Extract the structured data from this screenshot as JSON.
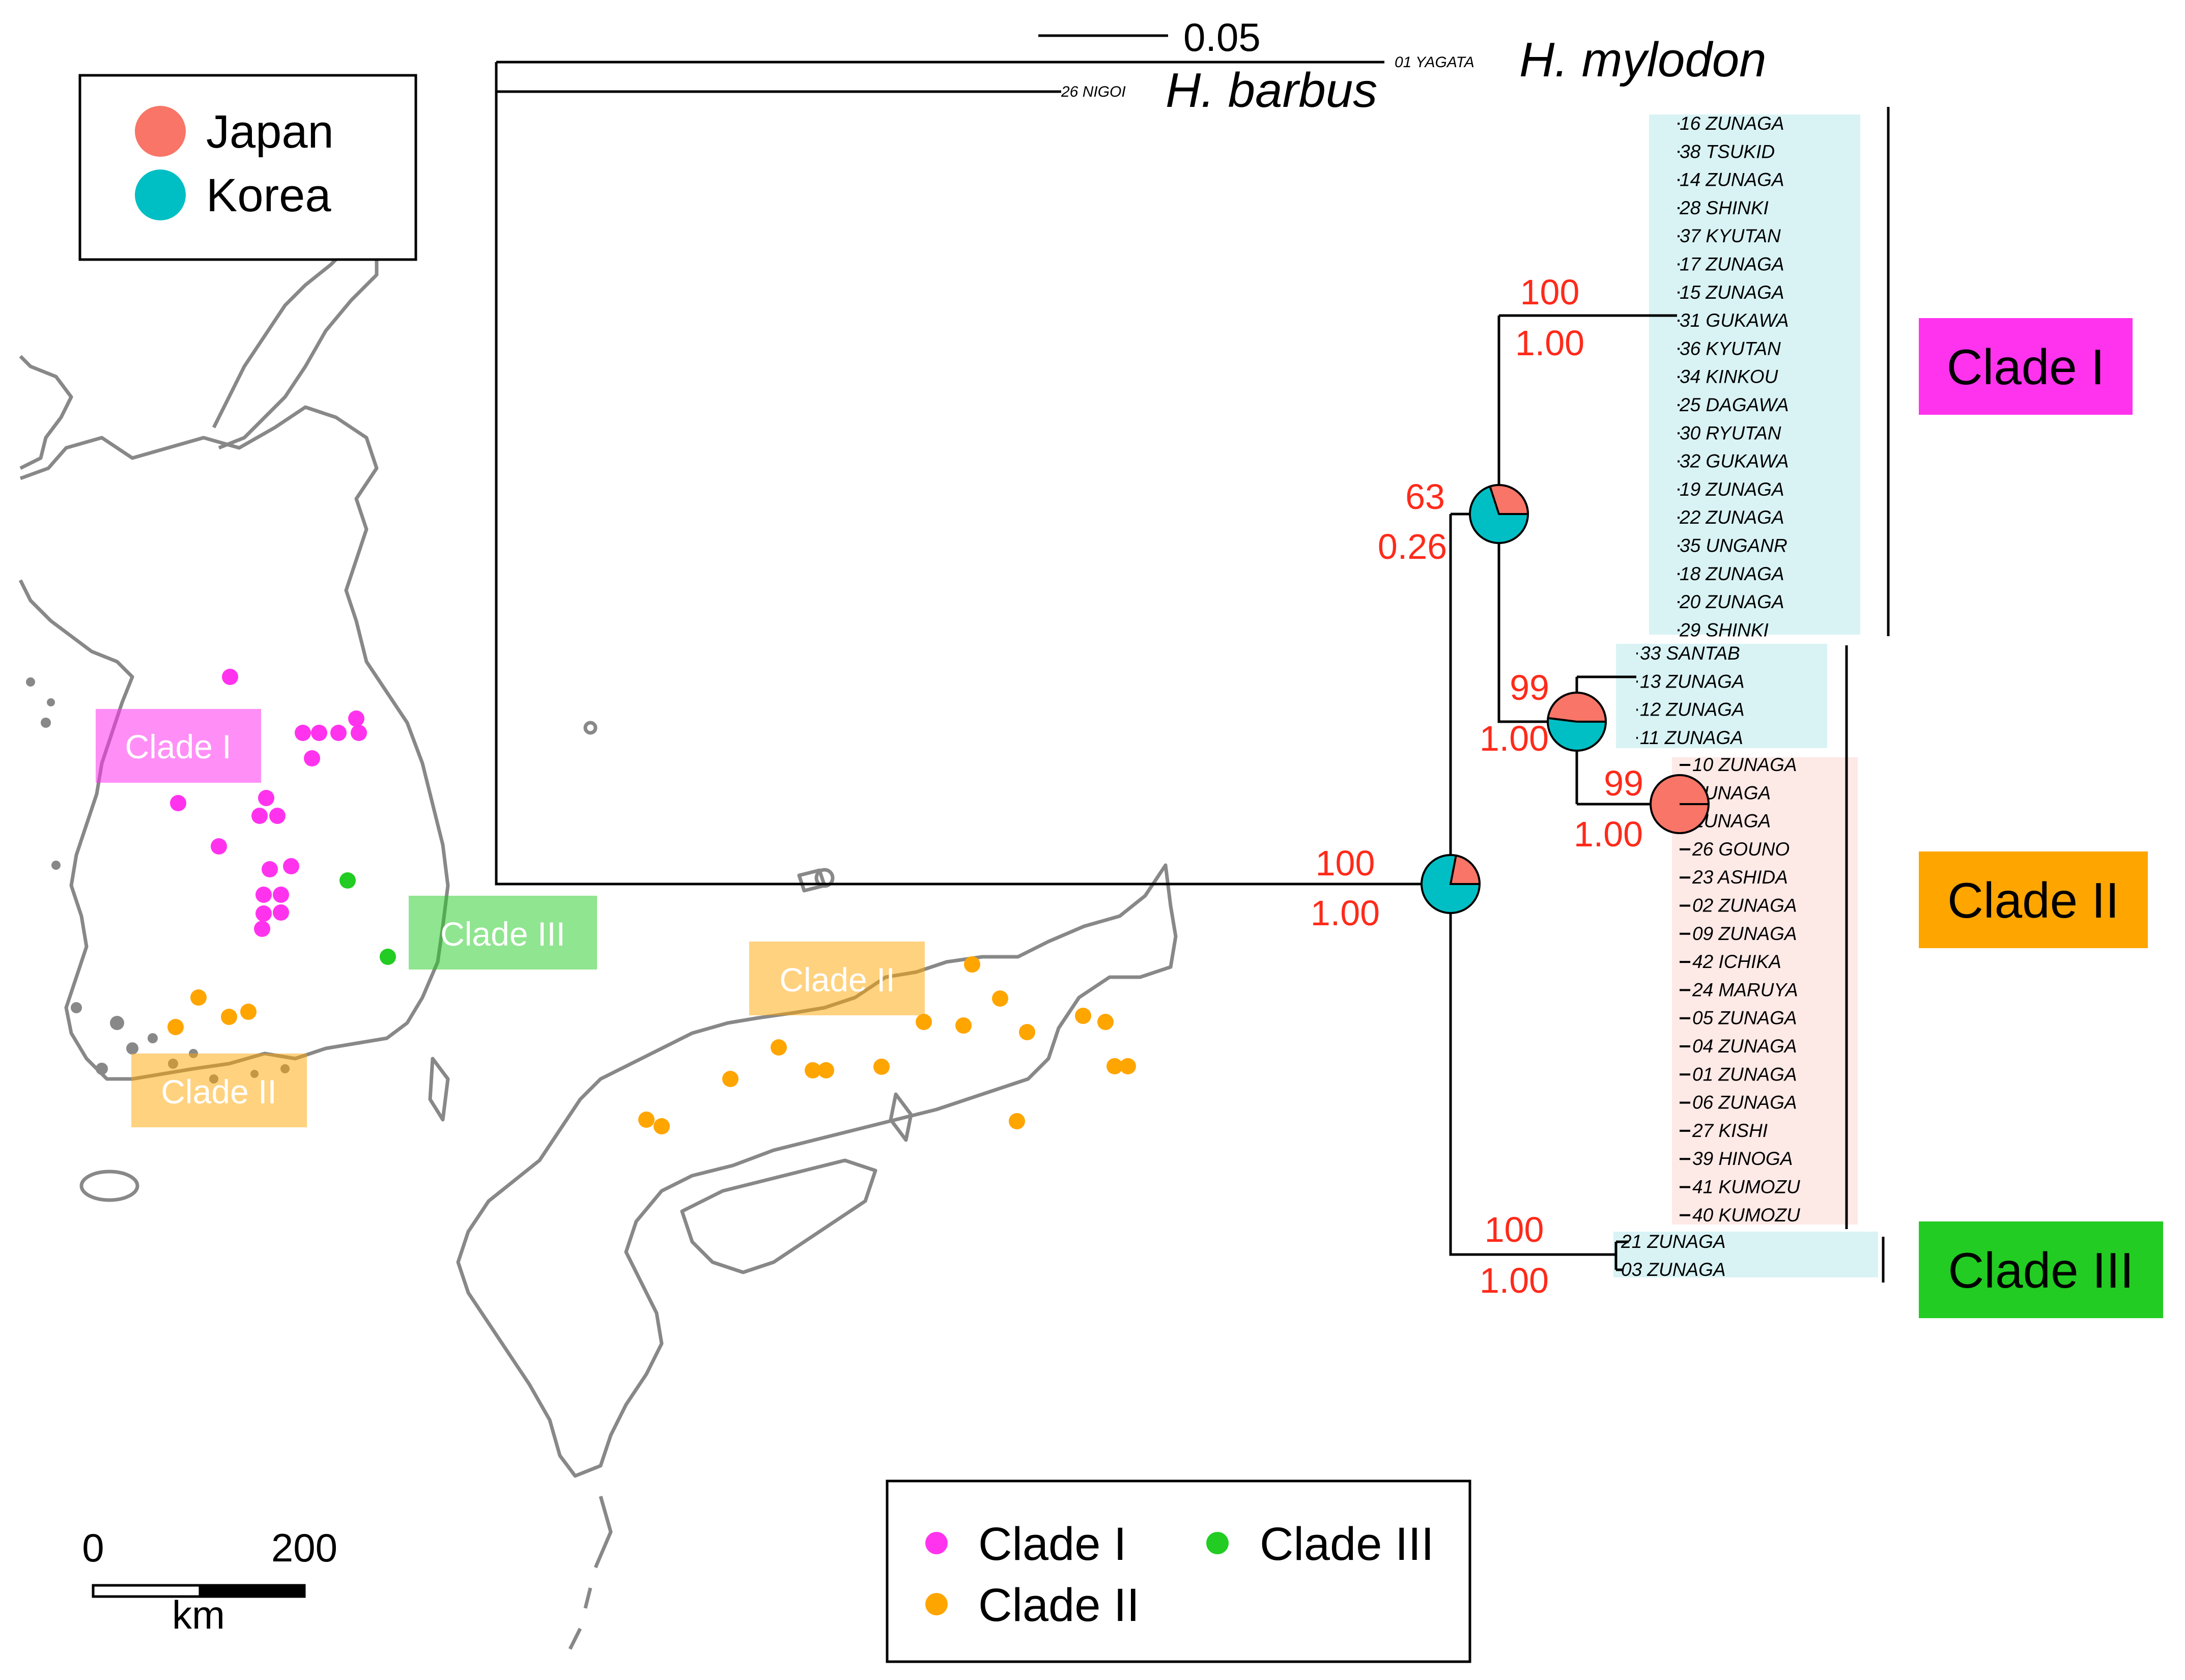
{
  "scale_bar_tree": {
    "value": "0.05"
  },
  "outgroups": [
    {
      "tip": "01 YAGATA",
      "species": "H. mylodon"
    },
    {
      "tip": "26 NIGOI",
      "species": "H. barbus"
    }
  ],
  "clade_I": {
    "label": "Clade I",
    "color": "#ff33ee",
    "tips": [
      "16 ZUNAGA",
      "38 TSUKID",
      "14 ZUNAGA",
      "28 SHINKI",
      "37 KYUTAN",
      "17 ZUNAGA",
      "15 ZUNAGA",
      "31 GUKAWA",
      "36 KYUTAN",
      "34 KINKOU",
      "25 DAGAWA",
      "30 RYUTAN",
      "32 GUKAWA",
      "19 ZUNAGA",
      "22 ZUNAGA",
      "35 UNGANR",
      "18 ZUNAGA",
      "20 ZUNAGA",
      "29 SHINKI"
    ]
  },
  "clade_II": {
    "label": "Clade II",
    "color": "#ffa500",
    "korean_tips": [
      "33 SANTAB",
      "13 ZUNAGA",
      "12 ZUNAGA",
      "11 ZUNAGA"
    ],
    "japanese_tips": [
      "10 ZUNAGA",
      "ZUNAGA",
      "ZUNAGA",
      "26 GOUNO",
      "23 ASHIDA",
      "02 ZUNAGA",
      "09 ZUNAGA",
      "42 ICHIKA",
      "24 MARUYA",
      "05 ZUNAGA",
      "04 ZUNAGA",
      "01 ZUNAGA",
      "06 ZUNAGA",
      "27 KISHI",
      "39 HINOGA",
      "41 KUMOZU",
      "40 KUMOZU"
    ]
  },
  "clade_III": {
    "label": "Clade III",
    "color": "#22cc22",
    "tips": [
      "21 ZUNAGA",
      "03 ZUNAGA"
    ]
  },
  "supports": {
    "root": {
      "bootstrap": "100",
      "posterior": "1.00",
      "japan_fraction": 0.22
    },
    "node_I_II": {
      "bootstrap": "63",
      "posterior": "0.26",
      "japan_fraction": 0.3
    },
    "clade_I": {
      "bootstrap": "100",
      "posterior": "1.00"
    },
    "clade_II": {
      "bootstrap": "99",
      "posterior": "1.00",
      "japan_fraction": 0.48
    },
    "clade_II_japan": {
      "bootstrap": "99",
      "posterior": "1.00",
      "japan_fraction": 1.0
    },
    "clade_III": {
      "bootstrap": "100",
      "posterior": "1.00"
    }
  },
  "region_legend": {
    "items": [
      {
        "label": "Japan",
        "color": "#f87567"
      },
      {
        "label": "Korea",
        "color": "#00bfc4"
      }
    ]
  },
  "clade_legend": {
    "items": [
      {
        "label": "Clade I",
        "color": "#ff33ee"
      },
      {
        "label": "Clade III",
        "color": "#22cc22"
      },
      {
        "label": "Clade II",
        "color": "#ffa500"
      }
    ]
  },
  "map_scale": {
    "zero": "0",
    "max": "200",
    "unit": "km"
  },
  "map_labels": [
    "Clade I",
    "Clade III",
    "Clade II",
    "Clade II"
  ],
  "colors": {
    "support_red": "#ff2a1a",
    "korea_bg": "#d9f3f5",
    "japan_bg": "#fde9e6",
    "land_outline": "#888888"
  }
}
